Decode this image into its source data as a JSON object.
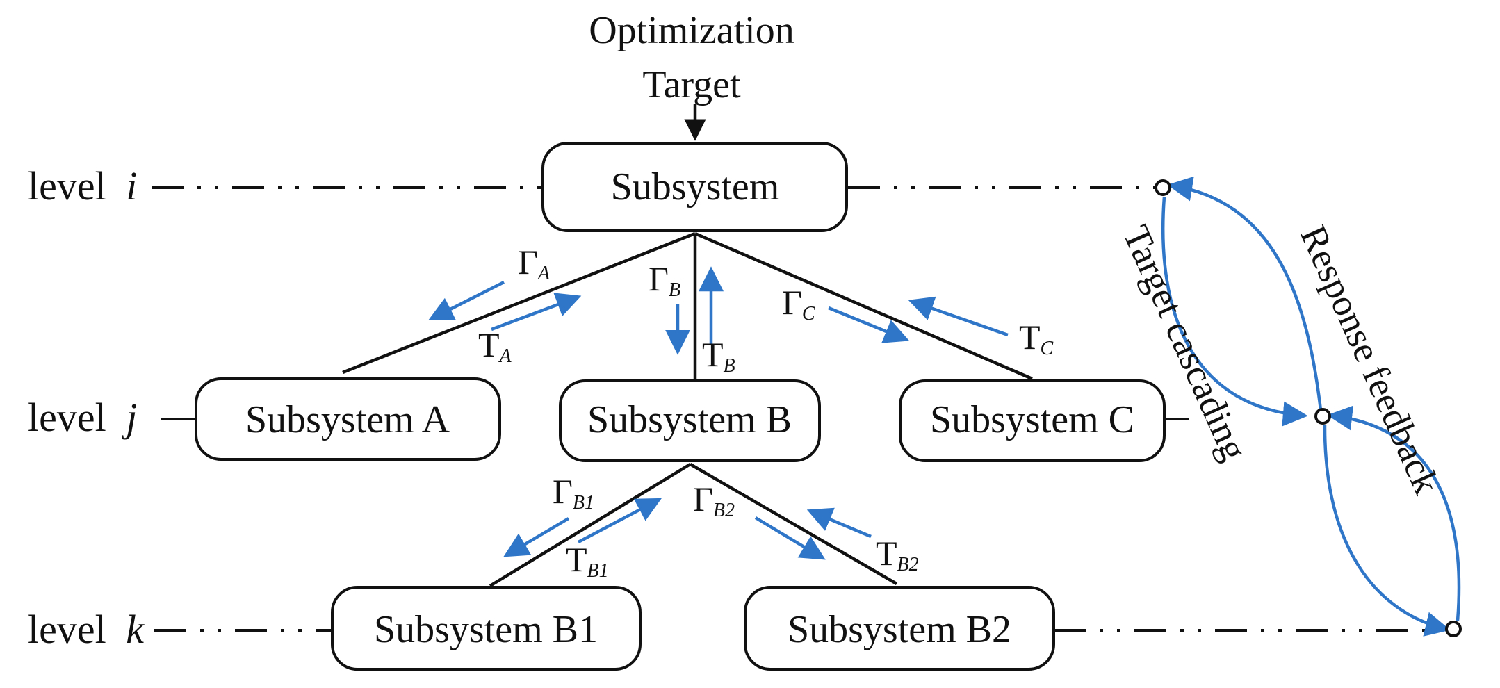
{
  "target": {
    "line1": "Optimization",
    "line2": "Target"
  },
  "levels": {
    "i": {
      "word": "level",
      "var": "i"
    },
    "j": {
      "word": "level",
      "var": "j"
    },
    "k": {
      "word": "level",
      "var": "k"
    }
  },
  "boxes": {
    "top": "Subsystem",
    "a": "Subsystem A",
    "b": "Subsystem B",
    "c": "Subsystem C",
    "b1": "Subsystem B1",
    "b2": "Subsystem B2"
  },
  "links": {
    "gamma_a": {
      "sym": "Γ",
      "sub": "A"
    },
    "t_a": {
      "sym": "T",
      "sub": "A"
    },
    "gamma_b": {
      "sym": "Γ",
      "sub": "B"
    },
    "t_b": {
      "sym": "T",
      "sub": "B"
    },
    "gamma_c": {
      "sym": "Γ",
      "sub": "C"
    },
    "t_c": {
      "sym": "T",
      "sub": "C"
    },
    "gamma_b1": {
      "sym": "Γ",
      "sub": "B1"
    },
    "t_b1": {
      "sym": "T",
      "sub": "B1"
    },
    "gamma_b2": {
      "sym": "Γ",
      "sub": "B2"
    },
    "t_b2": {
      "sym": "T",
      "sub": "B2"
    }
  },
  "side": {
    "target_cascading": "Target cascading",
    "response_feedback": "Response feedback"
  },
  "colors": {
    "arrow_blue": "#2f76c8",
    "line": "#111111"
  }
}
